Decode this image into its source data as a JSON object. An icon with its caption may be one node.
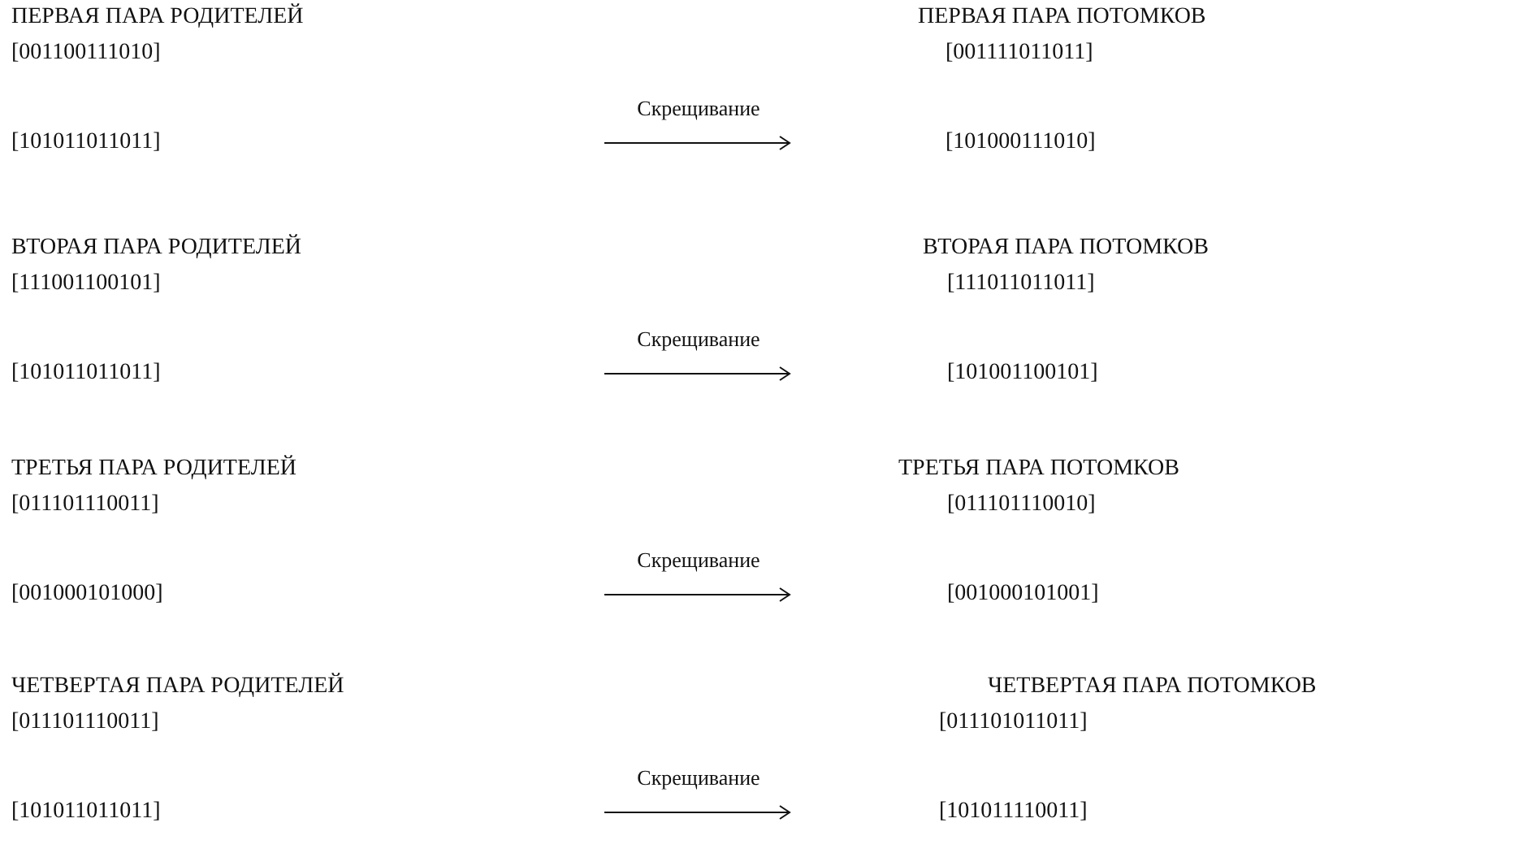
{
  "diagram": {
    "labels": [
      "ПЕРВАЯ ПАРА РОДИТЕЛЕЙ",
      "ПЕРВАЯ ПАРА ПОТОМКОВ",
      "[001100111010]",
      "[001111011011]",
      "Скрещивание",
      "[101011011011]",
      "[101000111010]",
      "ВТОРАЯ ПАРА РОДИТЕЛЕЙ",
      "ВТОРАЯ ПАРА ПОТОМКОВ",
      "[111001100101]",
      "[111011011011]",
      "Скрещивание",
      "[101011011011]",
      "[101001100101]",
      "ТРЕТЬЯ ПАРА РОДИТЕЛЕЙ",
      "ТРЕТЬЯ ПАРА ПОТОМКОВ",
      "[011101110011]",
      "[011101110010]",
      "Скрещивание",
      "[001000101000]",
      "[001000101001]",
      "ЧЕТВЕРТАЯ ПАРА РОДИТЕЛЕЙ",
      "ЧЕТВЕРТАЯ ПАРА ПОТОМКОВ",
      "[011101110011]",
      "[011101011011]",
      "Скрещивание",
      "[101011011011]",
      "[101011110011]"
    ]
  }
}
